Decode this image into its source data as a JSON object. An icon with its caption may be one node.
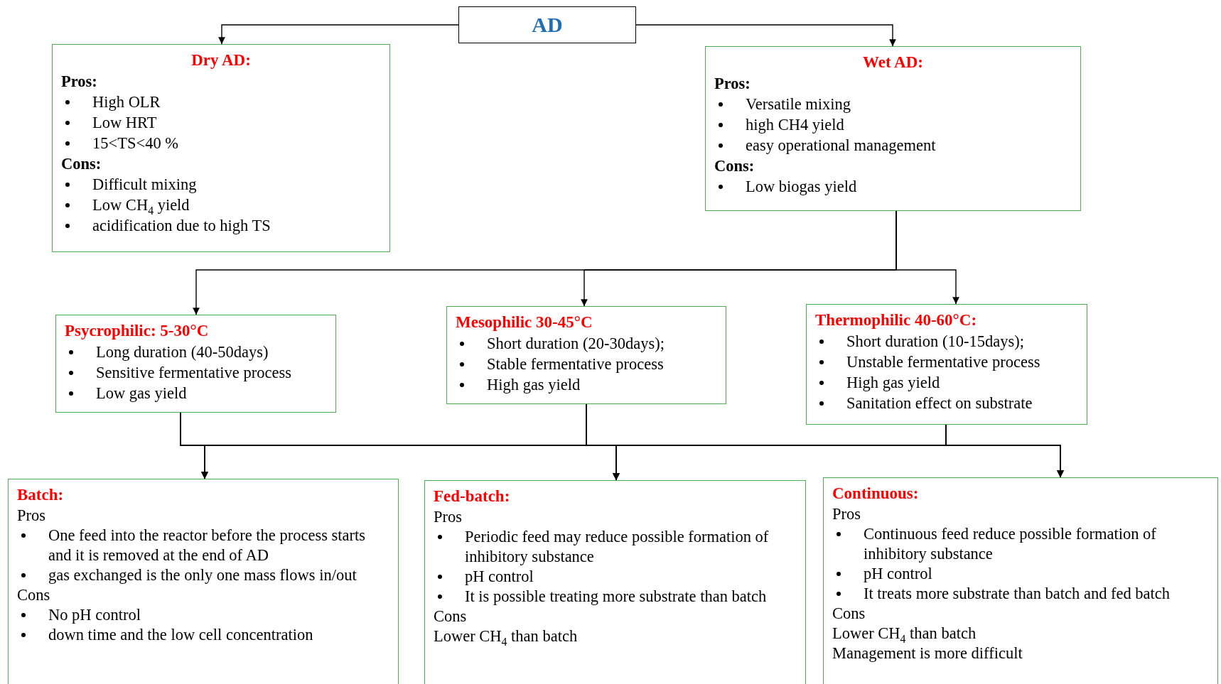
{
  "diagram": {
    "nodes": [
      {
        "text": [
          "AD"
        ]
      },
      {
        "text": [
          "Dry AD:",
          "Pros:",
          "High OLR",
          "Low HRT",
          "15<TS<40 %",
          "Cons:",
          "Difficult mixing",
          "Low CH$_{4}$ yield",
          "acidification due to high TS"
        ]
      },
      {
        "text": [
          "Wet AD:",
          "Pros:",
          "Versatile mixing",
          "high CH4 yield",
          "easy operational management",
          "Cons:",
          "Low biogas yield"
        ]
      },
      {
        "text": [
          "Psycrophilic: 5-30°C",
          "Long duration (40-50days)",
          "Sensitive fermentative process",
          "Low gas yield"
        ]
      },
      {
        "text": [
          "Mesophilic 30-45°C",
          "Short duration (20-30days);",
          "Stable fermentative process",
          "High gas yield"
        ]
      },
      {
        "text": [
          "Thermophilic 40-60°C:",
          "Short duration (10-15days);",
          "Unstable fermentative process",
          "High gas yield",
          "Sanitation effect on substrate"
        ]
      },
      {
        "text": [
          "Batch:",
          "Pros",
          "One feed into the reactor before the process starts and it is removed at the end of AD",
          "gas exchanged is the only one mass flows in/out",
          "Cons",
          "No pH control",
          "down time and the low cell concentration"
        ]
      },
      {
        "text": [
          "Fed-batch:",
          "Pros",
          "Periodic feed may reduce possible formation of inhibitory substance",
          "pH control",
          "It is possible treating more substrate than batch",
          "Cons",
          "Lower CH$_{4}$ than batch"
        ]
      },
      {
        "text": [
          "Continuous:",
          "Pros",
          "Continuous feed reduce possible formation of inhibitory substance",
          "pH control",
          "It treats more substrate than batch and fed batch",
          "Cons",
          "Lower CH$_{4}$ than batch",
          "Management is more difficult"
        ]
      }
    ],
    "edges": [
      {
        "from": 0,
        "to": 1,
        "arrow": "to"
      },
      {
        "from": 0,
        "to": 2,
        "arrow": "to"
      },
      {
        "from": 2,
        "to": 3,
        "arrow": "to"
      },
      {
        "from": 2,
        "to": 4,
        "arrow": "to"
      },
      {
        "from": 2,
        "to": 5,
        "arrow": "to"
      },
      {
        "from": 3,
        "to": 6,
        "arrow": "to"
      },
      {
        "from": 3,
        "to": 7,
        "arrow": "to"
      },
      {
        "from": 3,
        "to": 8,
        "arrow": "to"
      },
      {
        "from": 4,
        "to": 6,
        "arrow": "to"
      },
      {
        "from": 4,
        "to": 7,
        "arrow": "to"
      },
      {
        "from": 4,
        "to": 8,
        "arrow": "to"
      },
      {
        "from": 5,
        "to": 6,
        "arrow": "to"
      },
      {
        "from": 5,
        "to": 7,
        "arrow": "to"
      },
      {
        "from": 5,
        "to": 8,
        "arrow": "to"
      }
    ]
  }
}
